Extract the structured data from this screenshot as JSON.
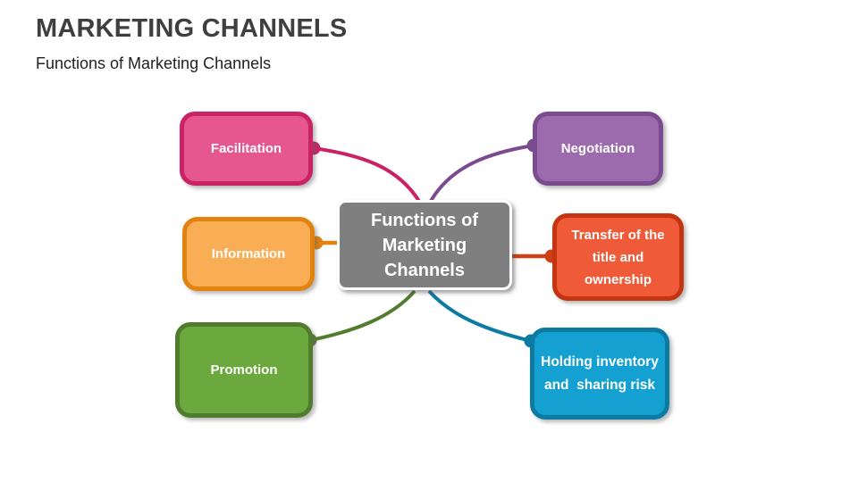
{
  "header": {
    "title": "MARKETING CHANNELS",
    "subtitle": "Functions of Marketing Channels"
  },
  "diagram": {
    "center": {
      "label": "Functions of\nMarketing\nChannels",
      "fill": "#7F7F7F",
      "border_color": "#FFFFFF",
      "text_color": "#FFFFFF"
    },
    "nodes": [
      {
        "id": "facilitation",
        "label": "Facilitation",
        "fill": "#E6578F",
        "border": "#C92365",
        "connector": "#C92365"
      },
      {
        "id": "negotiation",
        "label": "Negotiation",
        "fill": "#9C6BAD",
        "border": "#7A4C8F",
        "connector": "#7A4C8F"
      },
      {
        "id": "information",
        "label": "Information",
        "fill": "#F9AE55",
        "border": "#E2820F",
        "connector": "#E2820F"
      },
      {
        "id": "transfer",
        "label": "Transfer of the\ntitle and\nownership",
        "fill": "#EF5B38",
        "border": "#C33410",
        "connector": "#CF3E14"
      },
      {
        "id": "promotion",
        "label": "Promotion",
        "fill": "#6BA93E",
        "border": "#517C2D",
        "connector": "#517C2D"
      },
      {
        "id": "holding",
        "label": "Holding inventory\nand  sharing risk",
        "fill": "#14A0D0",
        "border": "#0C7BA4",
        "connector": "#0C7BA4"
      }
    ]
  }
}
